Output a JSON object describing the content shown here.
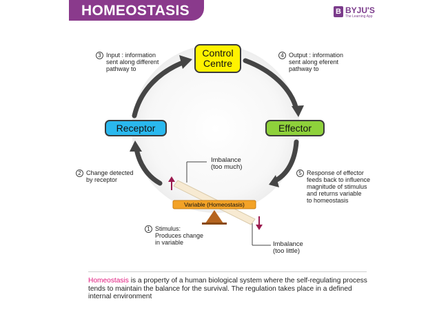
{
  "header": {
    "title": "HOMEOSTASIS",
    "banner_color": "#8a3a8c"
  },
  "logo": {
    "mark": "B",
    "name": "BYJU'S",
    "tagline": "The Learning App",
    "color": "#7b3b8b"
  },
  "nodes": {
    "control_centre": {
      "line1": "Control",
      "line2": "Centre",
      "color": "#fff200"
    },
    "receptor": {
      "label": "Receptor",
      "color": "#2ab8ee"
    },
    "effector": {
      "label": "Effector",
      "color": "#8ed13b"
    }
  },
  "steps": [
    {
      "number": "1",
      "lines": [
        "Stimulus:",
        "Produces change",
        "in variable"
      ]
    },
    {
      "number": "2",
      "lines": [
        "Change detected",
        "by receptor"
      ]
    },
    {
      "number": "3",
      "lines": [
        "Input : information",
        "sent along different",
        "pathway to"
      ]
    },
    {
      "number": "4",
      "lines": [
        "Output : information",
        "sent along eferent",
        "pathway to"
      ]
    },
    {
      "number": "5",
      "lines": [
        "Response of effector",
        "feeds back to influence",
        "magnitude of stimulus",
        "and returns variable",
        "to homeostasis"
      ]
    }
  ],
  "balance": {
    "variable_label": "Variable (Homeostasis)",
    "imbalance_much": [
      "Imbalance",
      "(too much)"
    ],
    "imbalance_little": [
      "Imbalance",
      "(too little)"
    ],
    "arrow_up_color": "#9b1b4f",
    "arrow_down_color": "#9b1b4f",
    "fulcrum_color": "#b5641f",
    "bar_color": "#f3a226",
    "plank_color": "#f7ead2"
  },
  "caption": {
    "highlight": "Homeostasis",
    "highlight_color": "#e0197d",
    "rest": " is a property of a human biological system where the self-regulating process tends to maintain the balance for the survival. The regulation takes place in a defined internal environment"
  }
}
